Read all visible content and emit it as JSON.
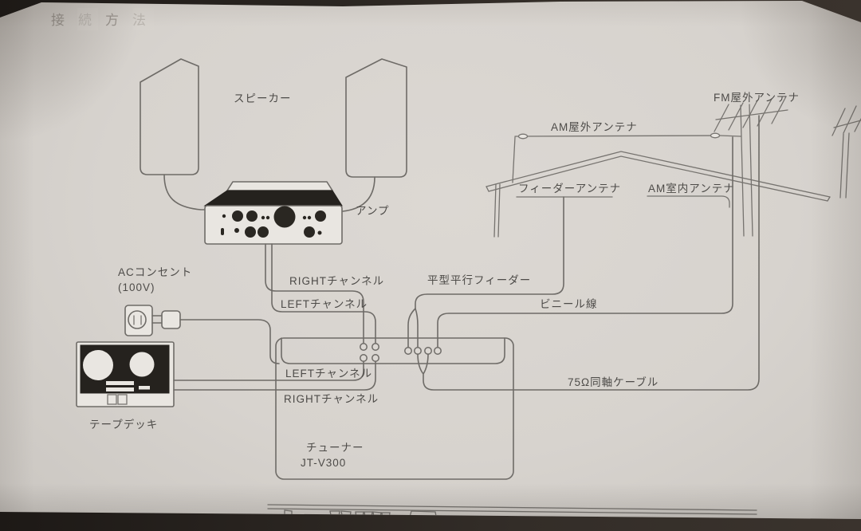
{
  "page_title": "接続方法",
  "labels": {
    "speaker": "スピーカー",
    "amp": "アンプ",
    "ac_outlet": "ACコンセント",
    "ac_voltage": "(100V)",
    "right_channel_amp": "RIGHTチャンネル",
    "left_channel_amp": "LEFTチャンネル",
    "flat_parallel_feeder": "平型平行フィーダー",
    "vinyl_wire": "ビニール線",
    "am_outdoor_antenna": "AM屋外アンテナ",
    "fm_outdoor_antenna": "FM屋外アンテナ",
    "feeder_antenna": "フィーダーアンテナ",
    "am_indoor_antenna": "AM室内アンテナ",
    "left_channel_tape": "LEFTチャンネル",
    "right_channel_tape": "RIGHTチャンネル",
    "coax_cable": "75Ω同軸ケーブル",
    "tape_deck": "テープデッキ",
    "tuner": "チューナー",
    "tuner_model": "JT-V300"
  },
  "colors": {
    "paper": "#d8d4cf",
    "ink": "#4d4b48",
    "line": "#6e6b67",
    "dark_fill": "#25221e",
    "background": "#2a2521"
  }
}
